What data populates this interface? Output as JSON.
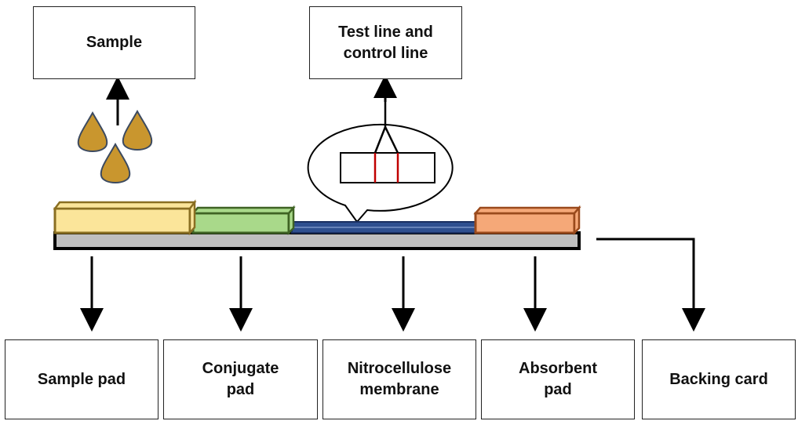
{
  "top_labels": {
    "sample": "Sample",
    "test_control": "Test line and control line"
  },
  "components": [
    {
      "label": "Sample pad",
      "color": "#fbe59a"
    },
    {
      "label": "Conjugate pad",
      "color": "#a9d98a"
    },
    {
      "label": "Nitrocellulose membrane",
      "color": "#2e4f8f"
    },
    {
      "label": "Absorbent pad",
      "color": "#f5a878"
    },
    {
      "label": "Backing card",
      "color": "#bfbfbf"
    }
  ],
  "colors": {
    "drop": "#c9962e",
    "line_marks": "#c00000"
  }
}
